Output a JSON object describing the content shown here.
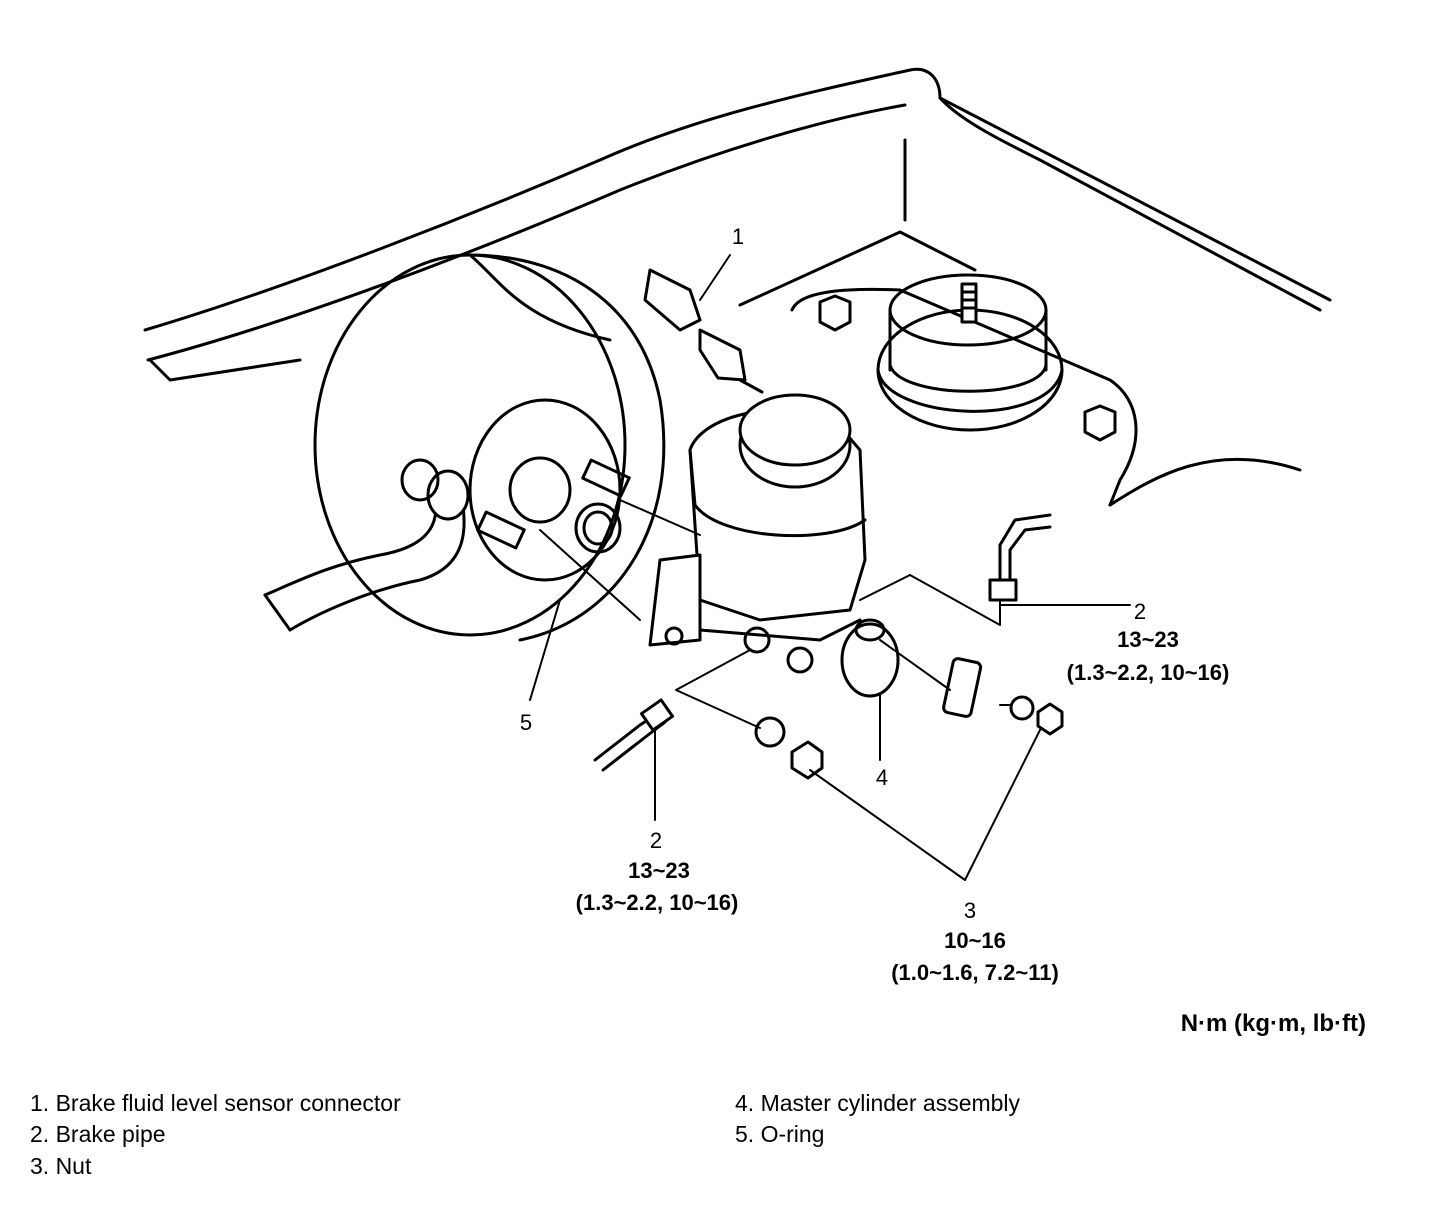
{
  "callouts": {
    "c1": {
      "number": "1"
    },
    "c2_right": {
      "number": "2",
      "torque": "13~23",
      "torque_alt": "(1.3~2.2, 10~16)"
    },
    "c2_left": {
      "number": "2",
      "torque": "13~23",
      "torque_alt": "(1.3~2.2, 10~16)"
    },
    "c3": {
      "number": "3",
      "torque": "10~16",
      "torque_alt": "(1.0~1.6, 7.2~11)"
    },
    "c4": {
      "number": "4"
    },
    "c5": {
      "number": "5"
    }
  },
  "unit_label": "N·m (kg·m, lb·ft)",
  "legend": [
    "1. Brake fluid level sensor connector",
    "2. Brake pipe",
    "3. Nut",
    "4. Master cylinder assembly",
    "5. O-ring"
  ]
}
